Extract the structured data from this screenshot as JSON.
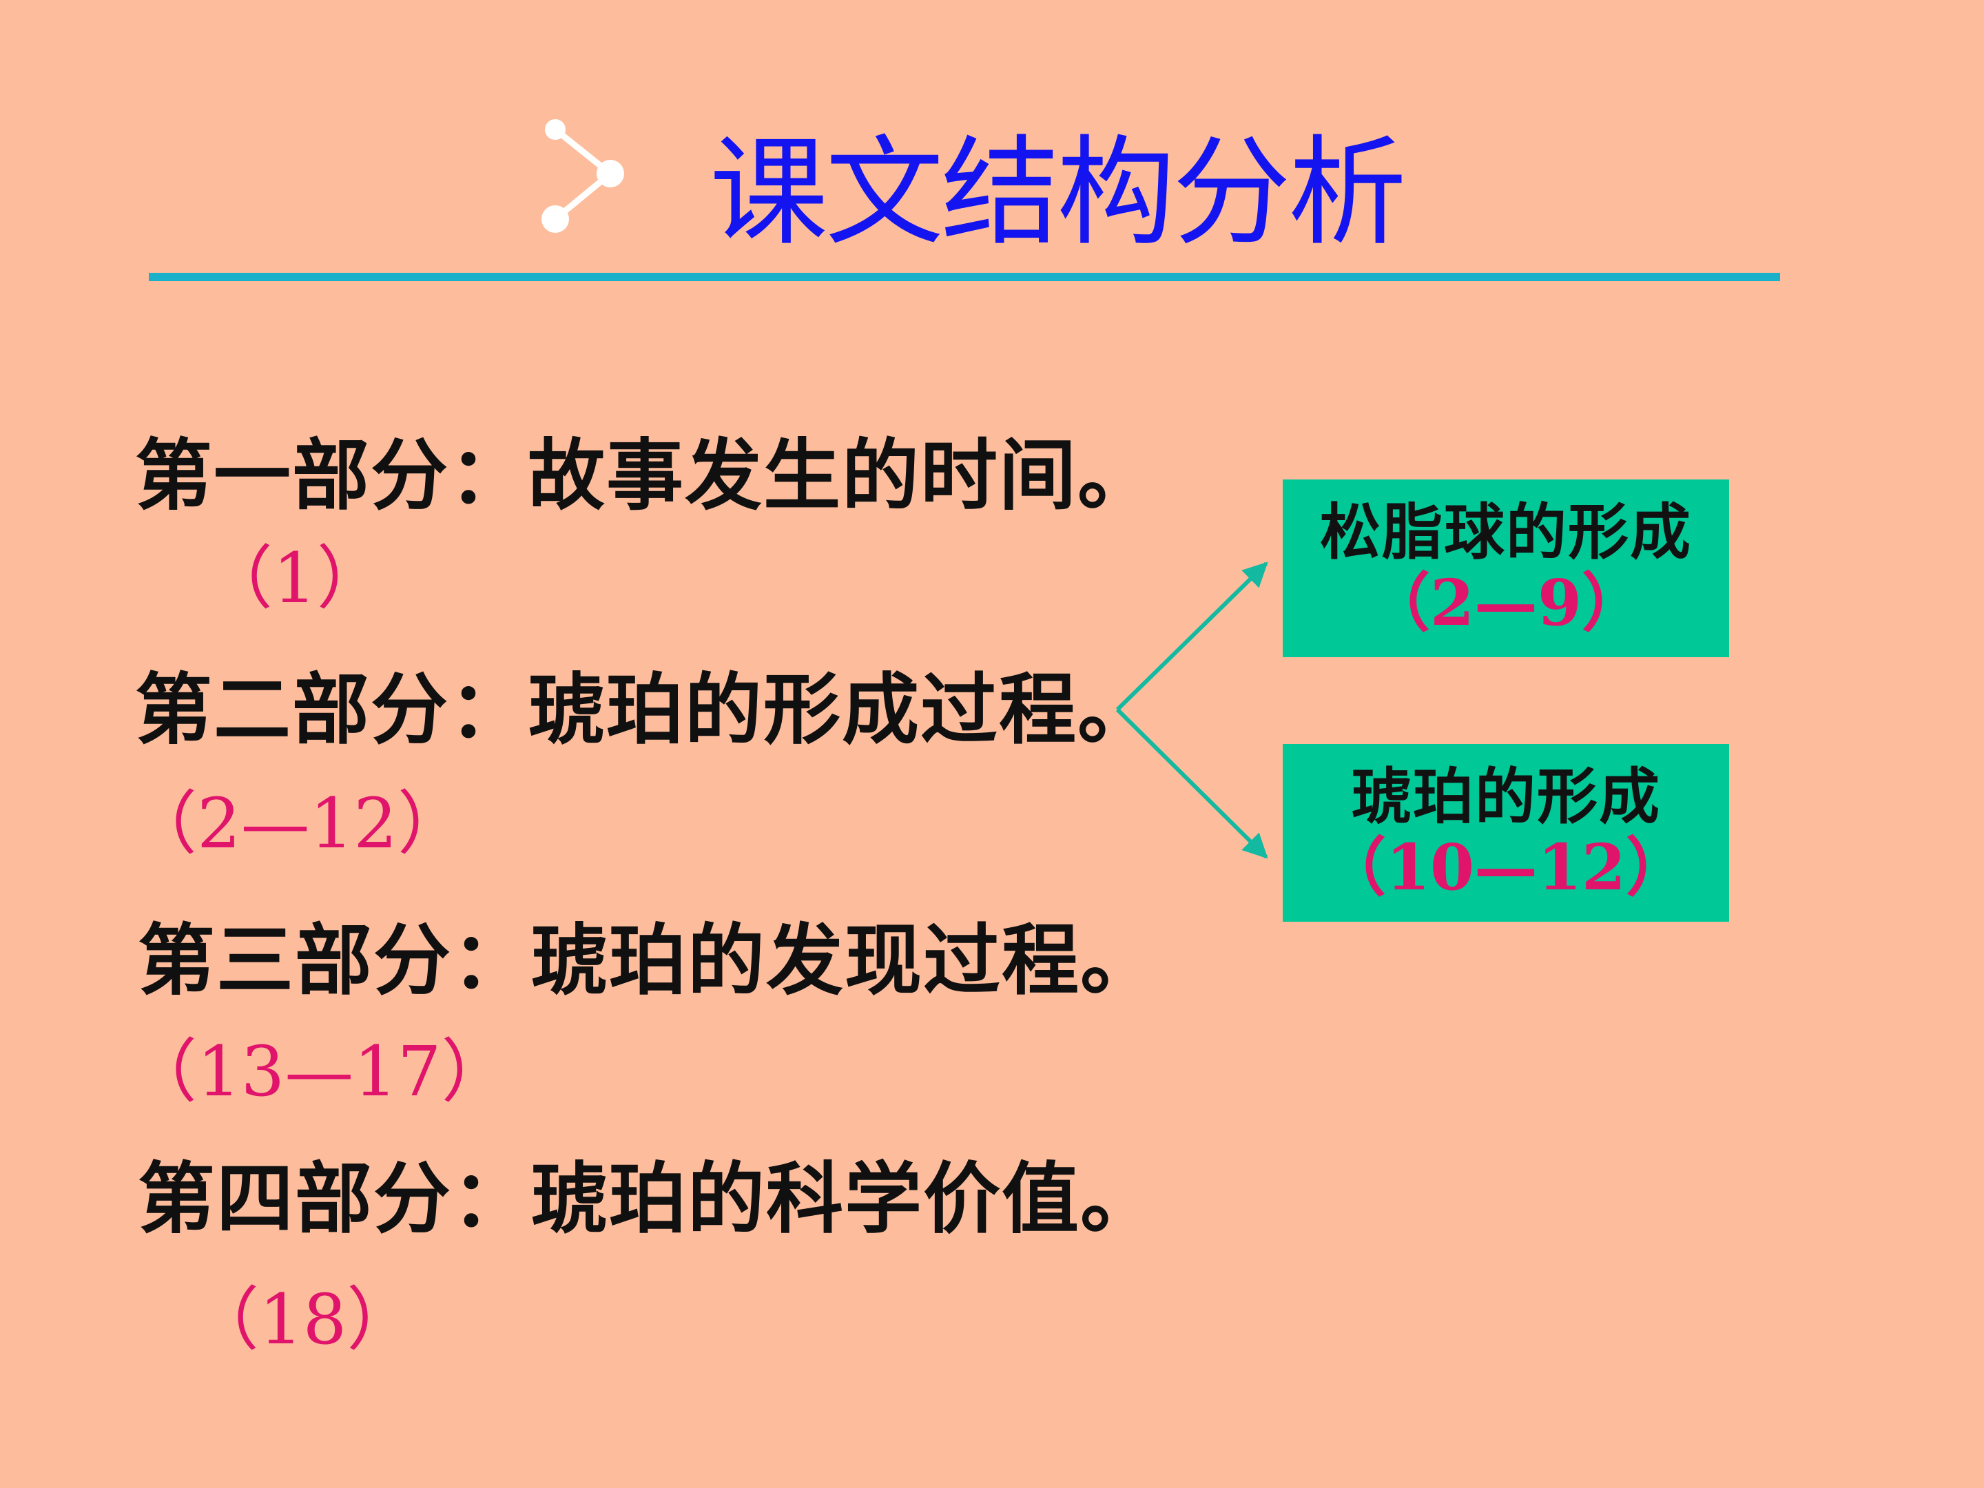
{
  "title": "课文结构分析",
  "parts": [
    {
      "heading": "第一部分：故事发生的时间。",
      "range": "（1）"
    },
    {
      "heading": "第二部分：琥珀的形成过程。",
      "range": "（2—12）"
    },
    {
      "heading": "第三部分：琥珀的发现过程。",
      "range": "（13—17）"
    },
    {
      "heading": "第四部分：琥珀的科学价值。",
      "range": "（18）"
    }
  ],
  "subparts": [
    {
      "title": "松脂球的形成",
      "range": "（2—9）"
    },
    {
      "title": "琥珀的形成",
      "range": "（10—12）"
    }
  ],
  "colors": {
    "background": "#fdbd9d",
    "title": "#1414f0",
    "rule": "#19b1c9",
    "range_text": "#e0146a",
    "box": "#00c896",
    "arrow": "#13b9a0"
  },
  "icons": {
    "title_decoration": "molecule-icon"
  }
}
